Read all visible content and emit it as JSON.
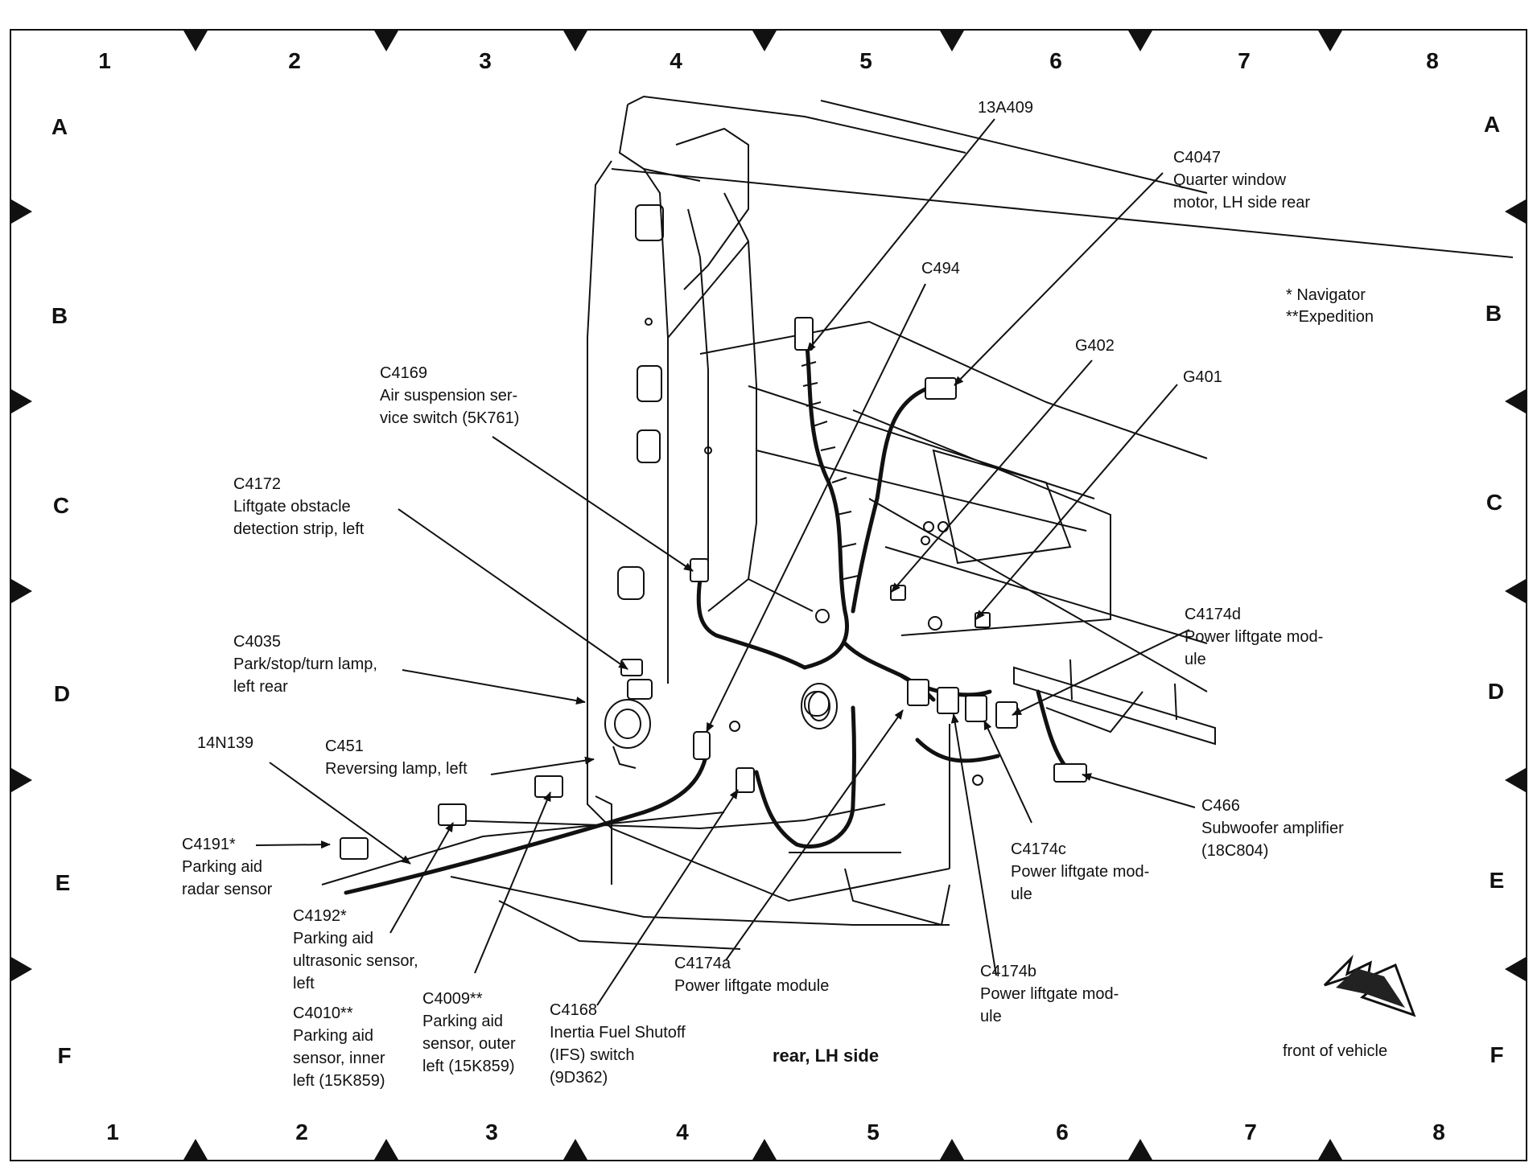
{
  "grid": {
    "columns": [
      "1",
      "2",
      "3",
      "4",
      "5",
      "6",
      "7",
      "8"
    ],
    "rows": [
      "A",
      "B",
      "C",
      "D",
      "E",
      "F"
    ]
  },
  "caption": "rear, LH side",
  "legend": {
    "navigator": "* Navigator",
    "expedition": "**Expedition"
  },
  "front_label": "front of vehicle",
  "callouts": {
    "c13a409": {
      "code": "13A409",
      "desc": []
    },
    "c4047": {
      "code": "C4047",
      "desc": [
        "Quarter window",
        "motor, LH side rear"
      ]
    },
    "c494": {
      "code": "C494",
      "desc": []
    },
    "g402": {
      "code": "G402",
      "desc": []
    },
    "g401": {
      "code": "G401",
      "desc": []
    },
    "c4169": {
      "code": "C4169",
      "desc": [
        "Air suspension ser-",
        "vice switch (5K761)"
      ]
    },
    "c4172": {
      "code": "C4172",
      "desc": [
        "Liftgate obstacle",
        "detection strip, left"
      ]
    },
    "c4035": {
      "code": "C4035",
      "desc": [
        "Park/stop/turn lamp,",
        "left rear"
      ]
    },
    "c451": {
      "code": "C451",
      "desc": [
        "Reversing lamp, left"
      ]
    },
    "n14n139": {
      "code": "14N139",
      "desc": []
    },
    "c4191": {
      "code": "C4191*",
      "desc": [
        "Parking aid",
        "radar sensor"
      ]
    },
    "c4192": {
      "code": "C4192*",
      "desc": [
        "Parking aid",
        "ultrasonic sensor,",
        "left"
      ]
    },
    "c4010": {
      "code": "C4010**",
      "desc": [
        "Parking aid",
        "sensor, inner",
        "left (15K859)"
      ]
    },
    "c4009": {
      "code": "C4009**",
      "desc": [
        "Parking aid",
        "sensor, outer",
        "left (15K859)"
      ]
    },
    "c4168": {
      "code": "C4168",
      "desc": [
        "Inertia Fuel Shutoff",
        "(IFS) switch",
        "(9D362)"
      ]
    },
    "c4174a": {
      "code": "C4174a",
      "desc": [
        "Power liftgate module"
      ]
    },
    "c4174b": {
      "code": "C4174b",
      "desc": [
        "Power liftgate mod-",
        "ule"
      ]
    },
    "c4174c": {
      "code": "C4174c",
      "desc": [
        "Power liftgate mod-",
        "ule"
      ]
    },
    "c4174d": {
      "code": "C4174d",
      "desc": [
        "Power liftgate mod-",
        "ule"
      ]
    },
    "c466": {
      "code": "C466",
      "desc": [
        "Subwoofer amplifier",
        "(18C804)"
      ]
    }
  }
}
